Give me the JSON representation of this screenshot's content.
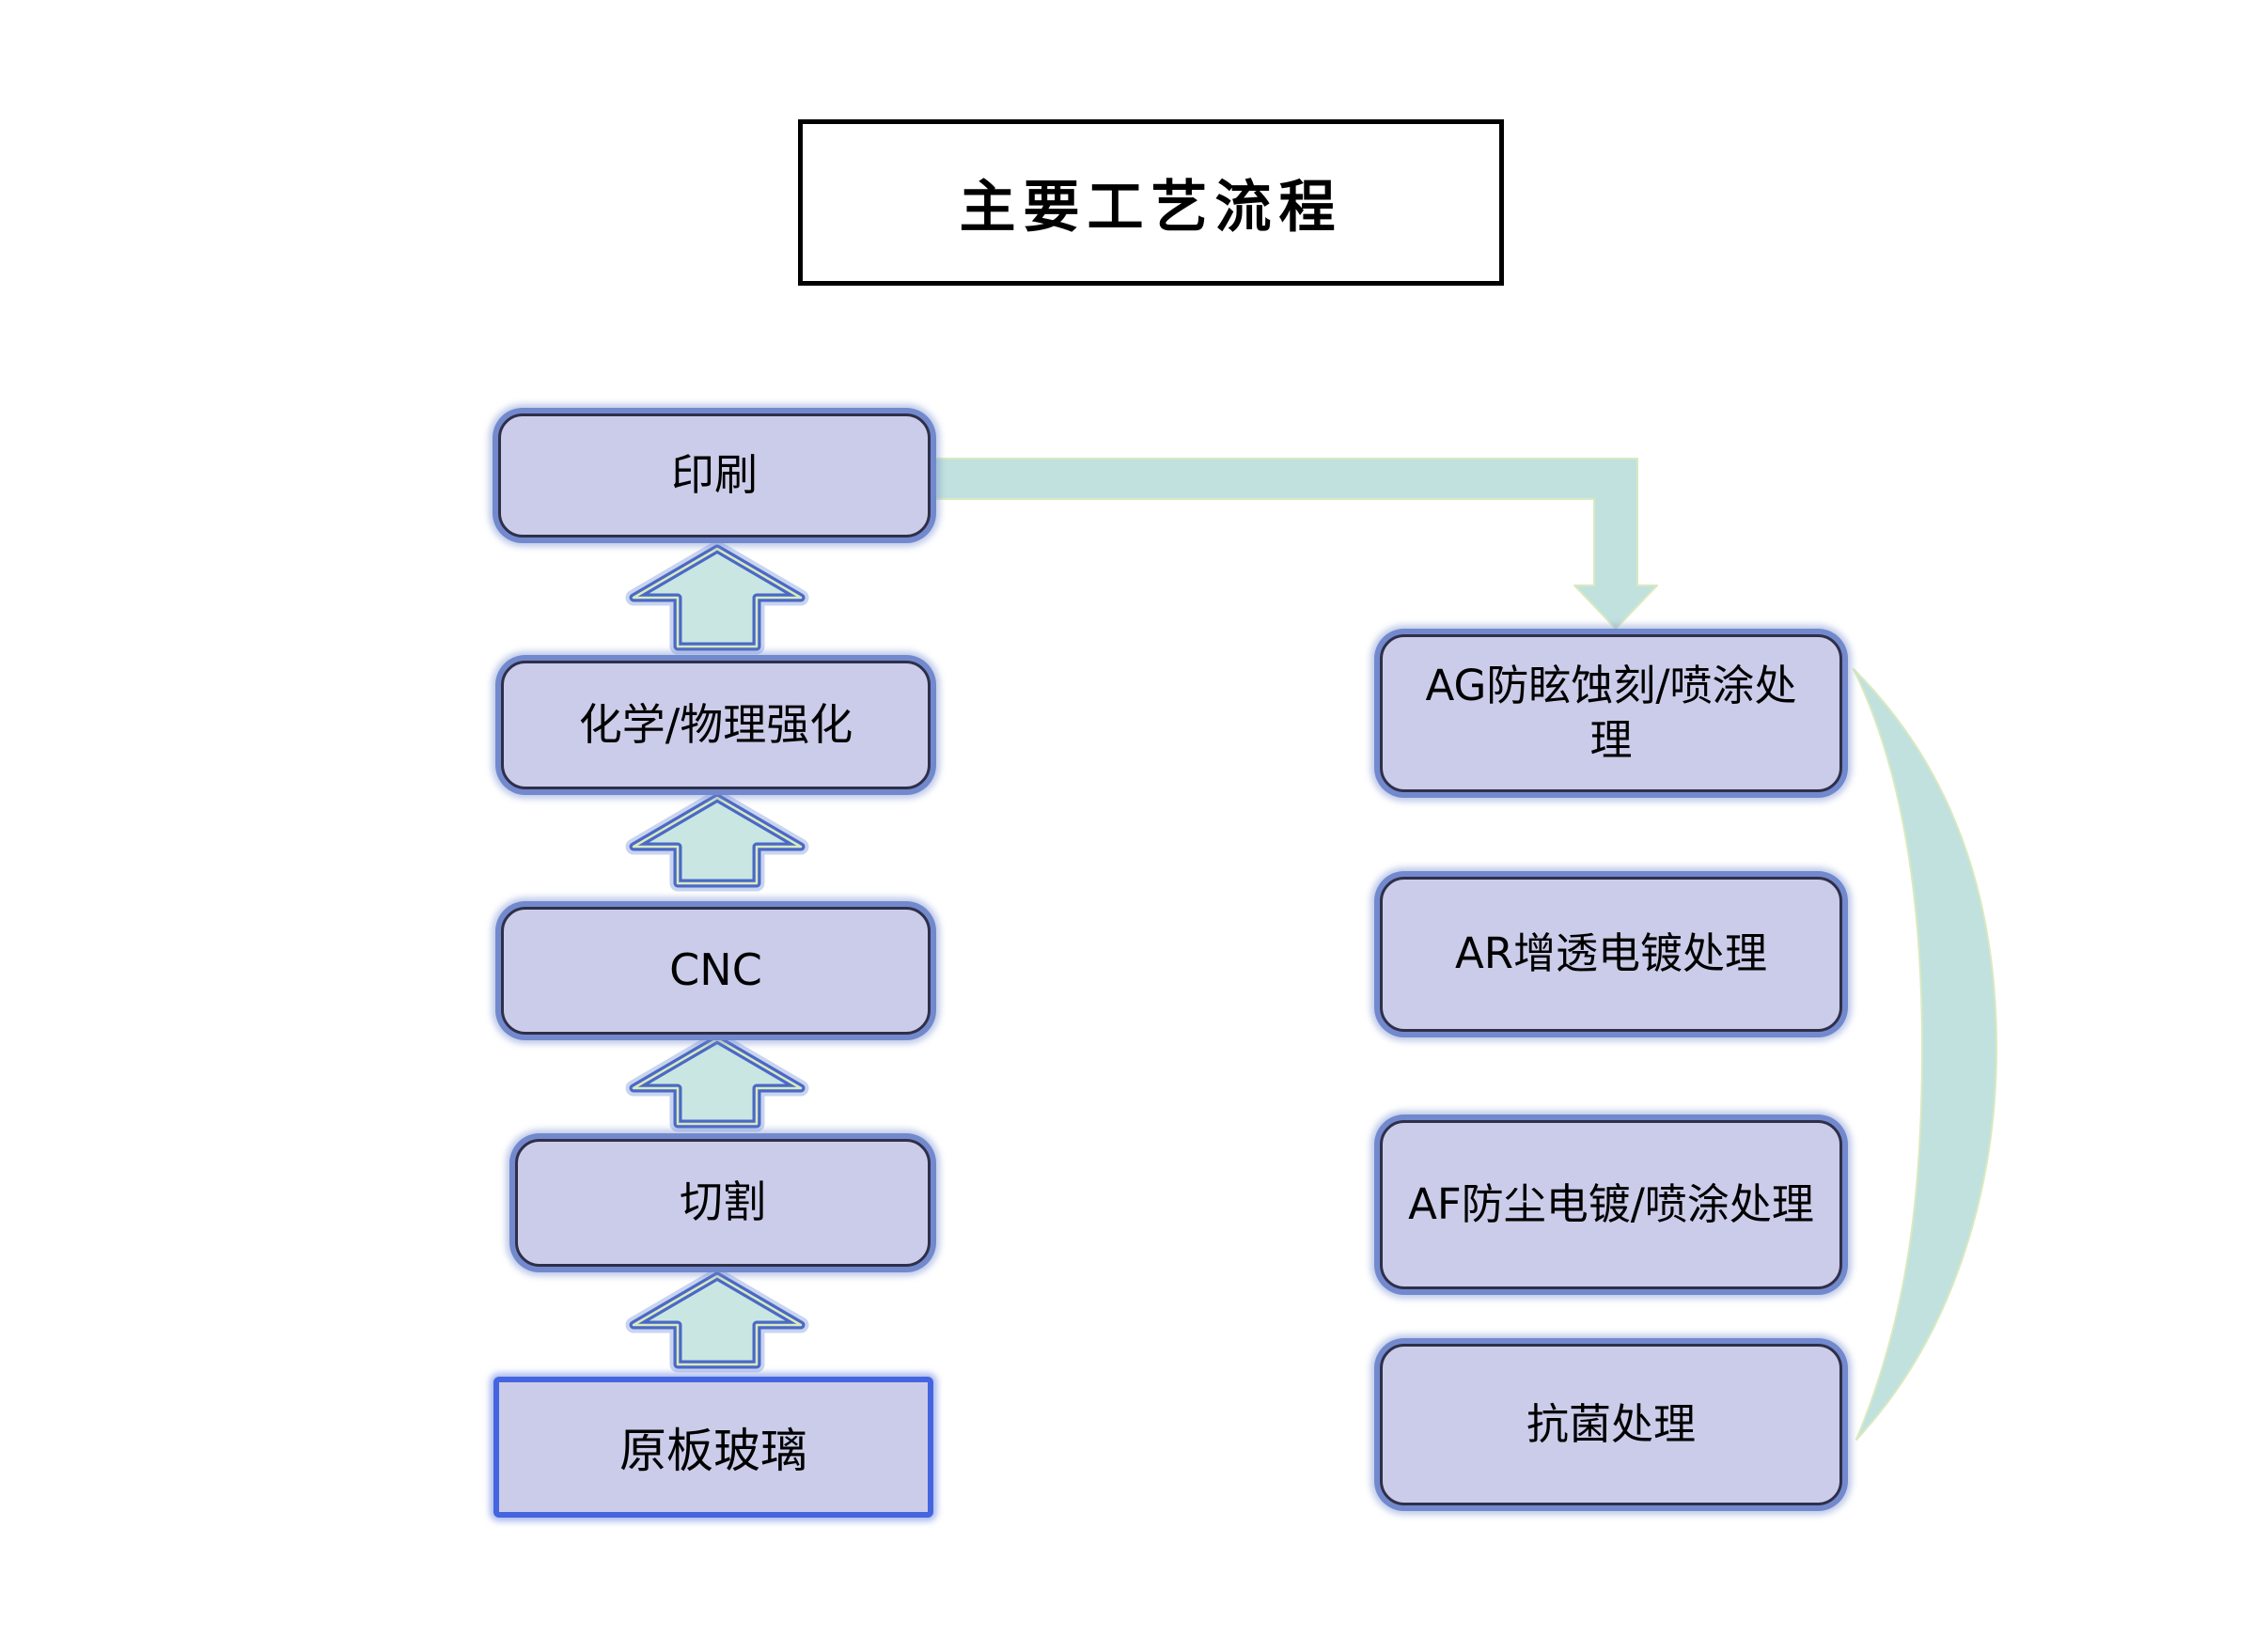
{
  "title": {
    "text": "主要工艺流程"
  },
  "left_flow": {
    "description": "Vertical process chain read bottom-to-top with upward block arrows",
    "boxes": [
      {
        "label": "印刷"
      },
      {
        "label": "化学/物理强化"
      },
      {
        "label": "CNC"
      },
      {
        "label": "切割"
      },
      {
        "label": "原板玻璃"
      }
    ]
  },
  "right_flow": {
    "description": "Surface treatment options grouped by a curved brace",
    "boxes": [
      {
        "label": "AG防眩蚀刻/喷涂处理"
      },
      {
        "label": "AR增透电镀处理"
      },
      {
        "label": "AF防尘电镀/喷涂处理"
      },
      {
        "label": "抗菌处理"
      }
    ]
  },
  "connectors": {
    "up_arrows": {
      "count": 4,
      "direction": "up",
      "between": "left column stages, bottom to top"
    },
    "elbow_arrow": {
      "from": "印刷",
      "to": "AG防眩蚀刻/喷涂处理",
      "path": "right then down with arrowhead"
    },
    "group_brace": {
      "shape": "crescent-arc",
      "groups": [
        "AG防眩蚀刻/喷涂处理",
        "AR增透电镀处理",
        "AF防尘电镀/喷涂处理",
        "抗菌处理"
      ]
    }
  },
  "colors": {
    "box_fill": "#cbcce9",
    "box_border_outer": "#7289ce",
    "box_border_inner": "#2f2f49",
    "raw_glass_border": "#4565e0",
    "arrow_fill": "#c9e6e2",
    "arrow_border": "#4a69c7",
    "arrow_inner_line": "#d9e9c0",
    "connector_fill": "#c1e1df",
    "title_border": "#000000",
    "text": "#000000",
    "background": "#ffffff"
  }
}
